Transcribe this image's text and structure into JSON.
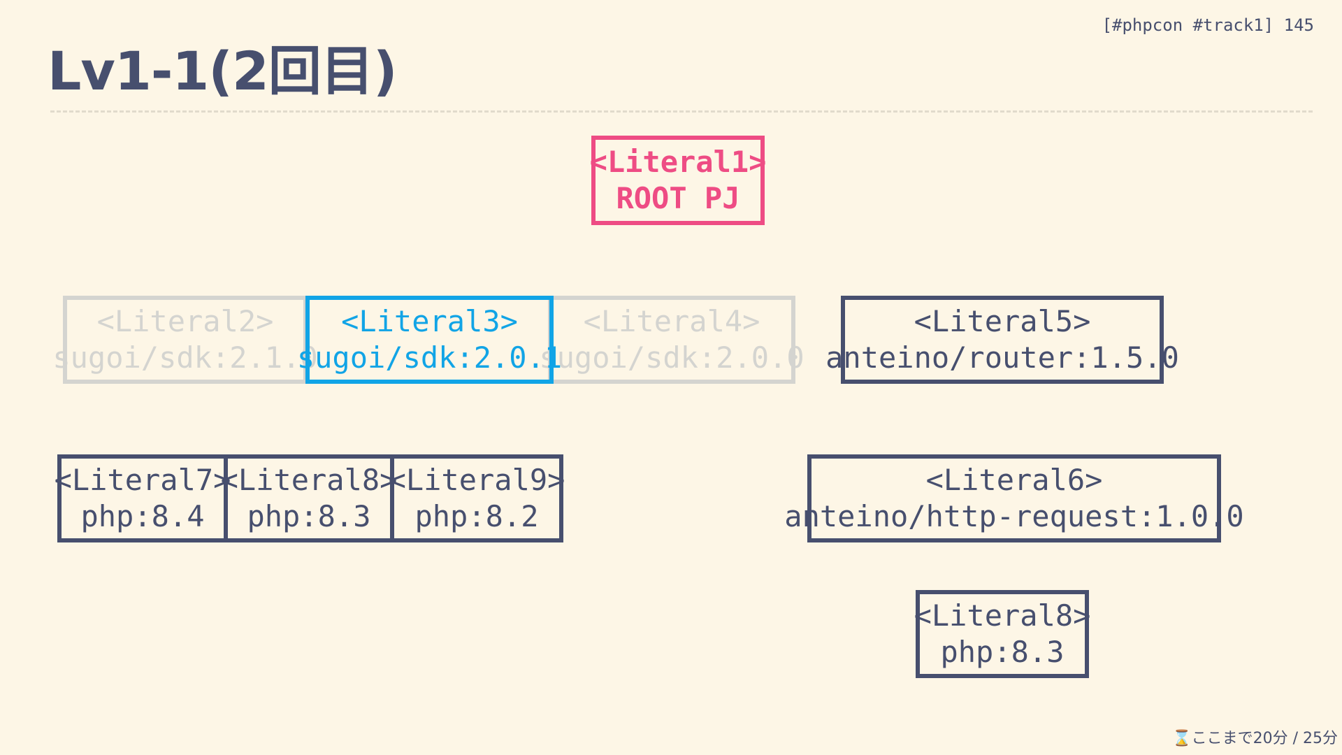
{
  "slide": {
    "title": "Lv1-1(2回目)",
    "tag": "[#phpcon #track1] 145",
    "footer": "⌛ここまで20分 / 25分"
  },
  "nodes": {
    "literal1": {
      "id": "<Literal1>",
      "pkg": "ROOT PJ"
    },
    "literal2": {
      "id": "<Literal2>",
      "pkg": "sugoi/sdk:2.1.0"
    },
    "literal3": {
      "id": "<Literal3>",
      "pkg": "sugoi/sdk:2.0.1"
    },
    "literal4": {
      "id": "<Literal4>",
      "pkg": "sugoi/sdk:2.0.0"
    },
    "literal5": {
      "id": "<Literal5>",
      "pkg": "anteino/router:1.5.0"
    },
    "literal6": {
      "id": "<Literal6>",
      "pkg": "anteino/http-request:1.0.0"
    },
    "literal7": {
      "id": "<Literal7>",
      "pkg": "php:8.4"
    },
    "literal8a": {
      "id": "<Literal8>",
      "pkg": "php:8.3"
    },
    "literal9": {
      "id": "<Literal9>",
      "pkg": "php:8.2"
    },
    "literal8b": {
      "id": "<Literal8>",
      "pkg": "php:8.3"
    }
  },
  "colors": {
    "background": "#fdf6e6",
    "text": "#474f6e",
    "root": "#ee4c84",
    "active": "#11a4e6",
    "faded": "#d4d4d0"
  }
}
